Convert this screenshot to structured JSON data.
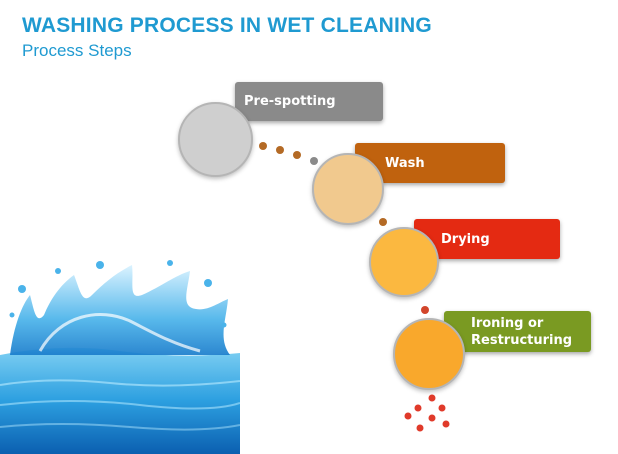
{
  "header": {
    "title": "WASHING PROCESS IN WET CLEANING",
    "subtitle": "Process Steps"
  },
  "steps": [
    {
      "label": "Pre-spotting",
      "box_color": "#8a8a8a",
      "circle_color": "#cfcfcf"
    },
    {
      "label": "Wash",
      "box_color": "#c0620e",
      "circle_color": "#f1c98e"
    },
    {
      "label": "Drying",
      "box_color": "#e42a12",
      "circle_color": "#fbb840"
    },
    {
      "label": "Ironing or\nRestructuring",
      "box_color": "#7a9a22",
      "circle_color": "#f9a82c"
    }
  ],
  "icons": {
    "splash": "water-splash-icon"
  }
}
